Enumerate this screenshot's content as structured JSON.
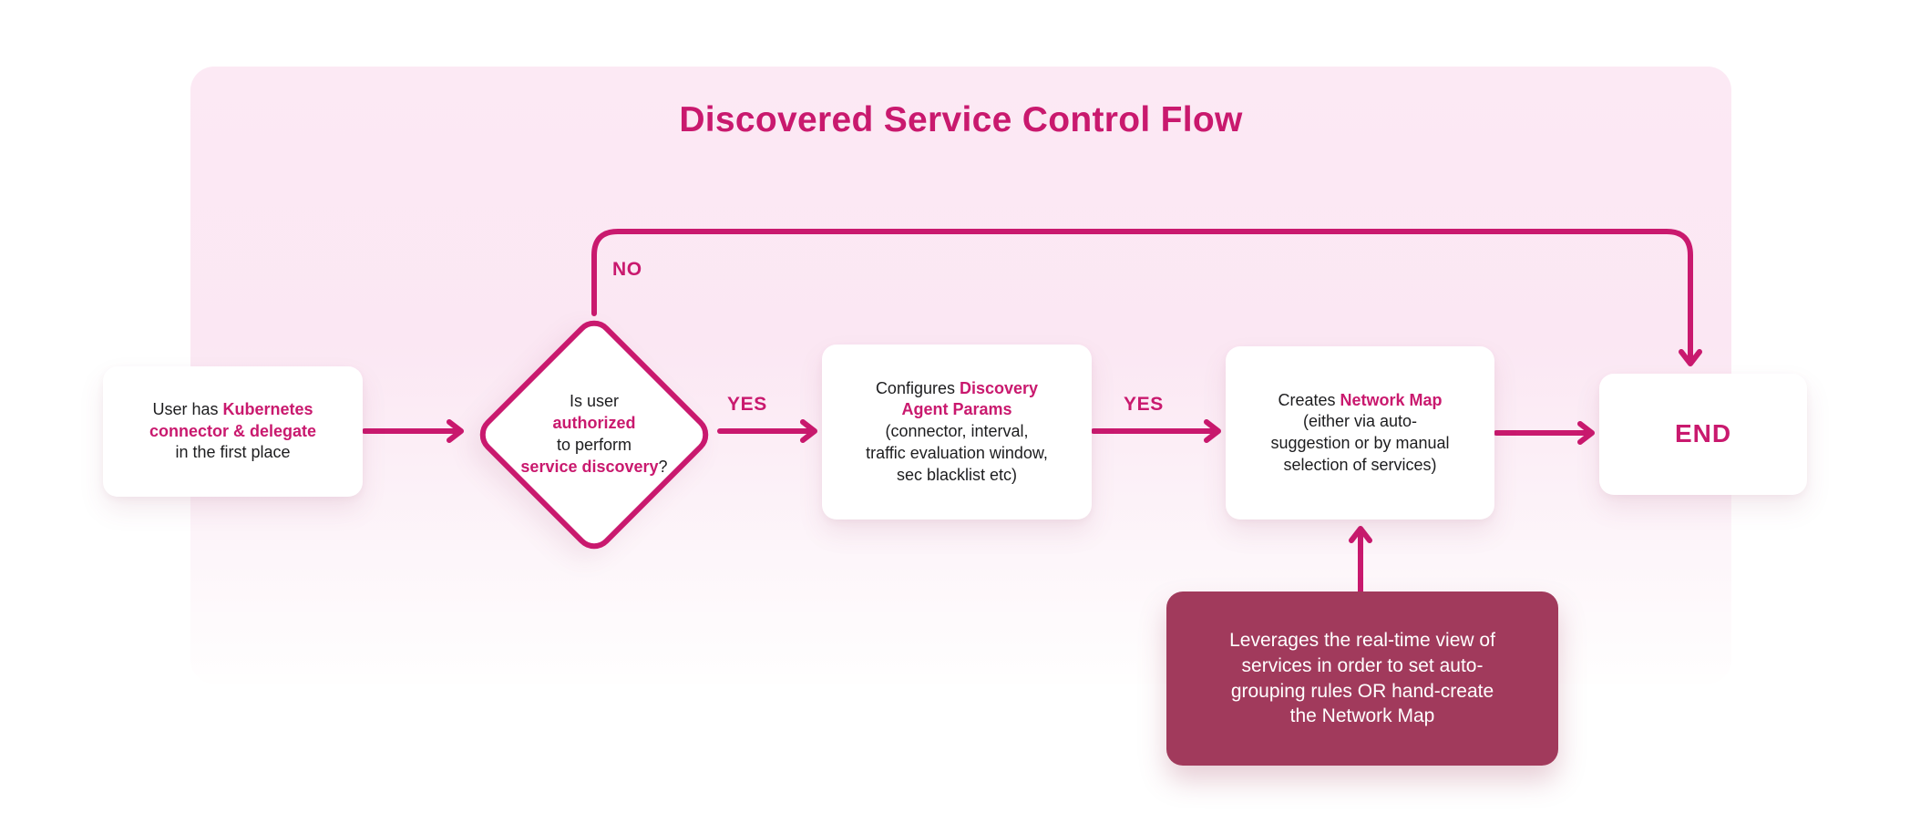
{
  "colors": {
    "accent": "#c9196e",
    "panel_pink": "#fce9f4",
    "note_bg": "#a13a5c",
    "node_bg": "#ffffff",
    "text_dark": "#1d1d1f",
    "note_text": "#ffffff"
  },
  "title": "Discovered Service Control Flow",
  "nodes": {
    "start": {
      "line1_pre": "User has ",
      "line1_hl": "Kubernetes",
      "line2_hl": "connector & delegate",
      "line3": "in the first place"
    },
    "decision": {
      "line1": "Is user",
      "line2_hl": "authorized",
      "line3": "to perform",
      "line4_hl": "service discovery",
      "line4_suffix": "?"
    },
    "configure": {
      "line1_pre": "Configures ",
      "line1_hl": "Discovery",
      "line2_hl": "Agent Params",
      "line3": "(connector, interval,",
      "line4": "traffic evaluation window,",
      "line5": "sec blacklist etc)"
    },
    "create": {
      "line1_pre": "Creates ",
      "line1_hl": "Network Map",
      "line2": "(either via auto-",
      "line3": "suggestion or by manual",
      "line4": "selection of services)"
    },
    "end": {
      "label": "END"
    },
    "note": {
      "lines": [
        "Leverages the real-time view of",
        "services in order to set auto-",
        "grouping rules OR hand-create",
        "the Network Map"
      ]
    }
  },
  "edges": {
    "no_label": "NO",
    "yes1_label": "YES",
    "yes2_label": "YES"
  }
}
